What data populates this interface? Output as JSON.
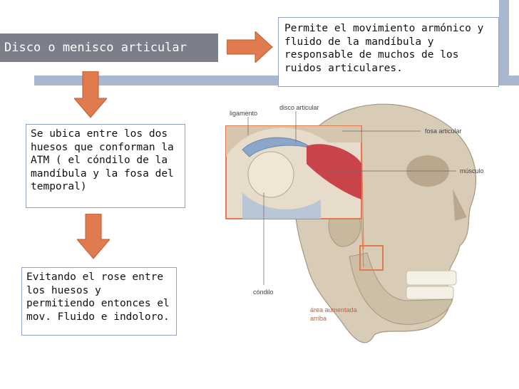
{
  "slide": {
    "title": "Disco o menisco articular",
    "function_text": "Permite el movimiento armónico y fluido de la mandíbula y responsable de muchos de los ruidos articulares.",
    "location_text": "Se ubica entre los dos huesos que conforman la ATM ( el cóndilo de la mandíbula y la fosa del temporal)",
    "purpose_text": "Evitando el rose entre los huesos y permitiendo entonces el mov. Fluido e indoloro.",
    "colors": {
      "arrow": "#e07b4f",
      "title_bg": "#7c7f8a",
      "divider": "#a9b7cf",
      "box_border": "#8fa2c4"
    }
  },
  "illustration": {
    "labels": {
      "ligamento": "ligamento",
      "disco": "disco articular",
      "fosa": "fosa articular",
      "musculo": "músculo",
      "condilo": "cóndilo",
      "area": "área aumentada",
      "area2": "arriba"
    }
  }
}
